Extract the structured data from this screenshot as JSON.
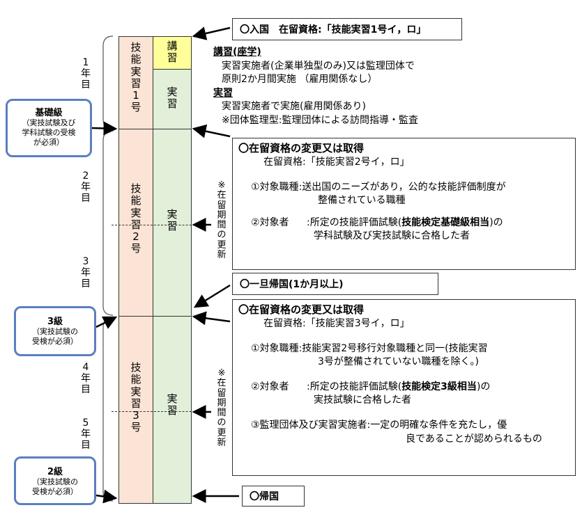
{
  "columns": {
    "col1_top": [
      "技",
      "能",
      "実",
      "習",
      "1",
      "号"
    ],
    "col1_mid": [
      "技",
      "能",
      "実",
      "習",
      "2",
      "号"
    ],
    "col1_bot": [
      "技",
      "能",
      "実",
      "習",
      "3",
      "号"
    ],
    "lecture": [
      "講",
      "習"
    ],
    "practice1": [
      "実",
      "習"
    ],
    "practice2": [
      "実",
      "習"
    ],
    "practice3": [
      "実",
      "習"
    ]
  },
  "years": {
    "y1": [
      "1",
      "年",
      "目"
    ],
    "y2": [
      "2",
      "年",
      "目"
    ],
    "y3": [
      "3",
      "年",
      "目"
    ],
    "y4": [
      "4",
      "年",
      "目"
    ],
    "y5": [
      "5",
      "年",
      "目"
    ]
  },
  "grades": {
    "basic": {
      "title": "基礎級",
      "sub1": "（実技試験及び",
      "sub2": "学科試験の受検",
      "sub3": "が必須）"
    },
    "grade3": {
      "title": "3級",
      "sub1": "（実技試験の",
      "sub2": "受検が必須）"
    },
    "grade2": {
      "title": "2級",
      "sub1": "（実技試験の",
      "sub2": "受検が必須）"
    }
  },
  "renewal": {
    "upper": [
      "※",
      "在",
      "留",
      "期",
      "間",
      "の",
      "更",
      "新"
    ],
    "lower": [
      "※",
      "在",
      "留",
      "期",
      "間",
      "の",
      "更",
      "新"
    ]
  },
  "entry": {
    "text": "〇入国　在留資格:「技能実習1号イ，ロ」"
  },
  "lecture_desc": {
    "h1": "講習(座学)",
    "l1": "実習実施者(企業単独型のみ)又は監理団体で",
    "l2": "原則2か月間実施 （雇用関係なし）",
    "h2": "実習",
    "l3": "実習実施者で実施(雇用関係あり)",
    "l4": "※団体監理型:監理団体による訪問指導・監査"
  },
  "change2": {
    "title": "〇在留資格の変更又は取得",
    "status": "在留資格:「技能実習2号イ，ロ」",
    "occ_label": "①対象職種",
    "occ1": ":送出国のニーズがあり，公的な技能評価制度が",
    "occ2": "整備されている職種",
    "target_label": "②対象者",
    "target_pre": ":所定の技能評価試験(",
    "target_bold": "技能検定基礎級相当",
    "target_post": ")の",
    "target2": "学科試験及び実技試験に合格した者"
  },
  "return_temp": {
    "text": "〇一旦帰国(1か月以上)"
  },
  "change3": {
    "title": "〇在留資格の変更又は取得",
    "status": "在留資格:「技能実習3号イ，ロ」",
    "occ_label": "①対象職種",
    "occ1": ":技能実習2号移行対象職種と同一(技能実習",
    "occ2": "3号が整備されていない職種を除く。)",
    "target_label": "②対象者",
    "target_pre": ":所定の技能評価試験(",
    "target_bold": "技能検定3級相当",
    "target_post": ")の",
    "target2": "実技試験に合格した者",
    "sup_label": "③監理団体及び実習実施者",
    "sup1": ":一定の明確な条件を充たし，優",
    "sup2": "良であることが認められるもの"
  },
  "return_final": {
    "text": "〇帰国"
  },
  "colors": {
    "peach": "#fbe4d5",
    "green": "#e2efd9",
    "yellow": "#ffff99",
    "blue_border": "#5b7fbf"
  }
}
